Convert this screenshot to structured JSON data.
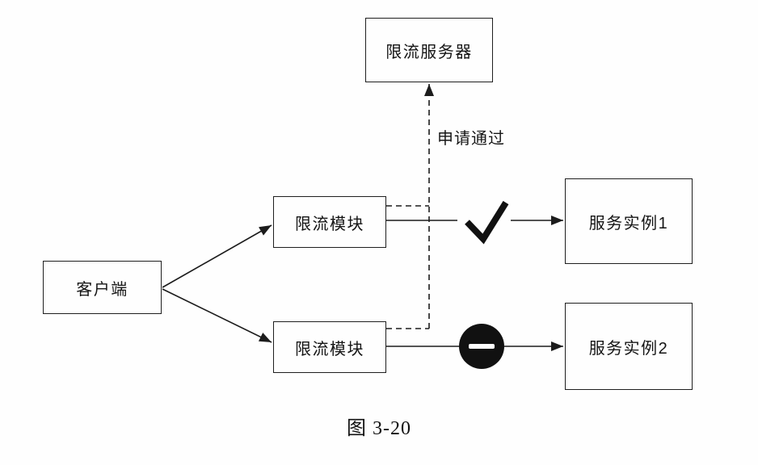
{
  "diagram": {
    "caption": "图 3-20",
    "nodes": {
      "server": {
        "label": "限流服务器"
      },
      "client": {
        "label": "客户端"
      },
      "module_top": {
        "label": "限流模块"
      },
      "module_bottom": {
        "label": "限流模块"
      },
      "instance1": {
        "label": "服务实例1"
      },
      "instance2": {
        "label": "服务实例2"
      }
    },
    "labels": {
      "approval": "申请通过"
    },
    "icons": {
      "allow": "check-icon",
      "deny": "minus-circle-icon"
    },
    "colors": {
      "line": "#1c1c1c",
      "deny_fill": "#111111",
      "background": "#fefefe"
    }
  }
}
